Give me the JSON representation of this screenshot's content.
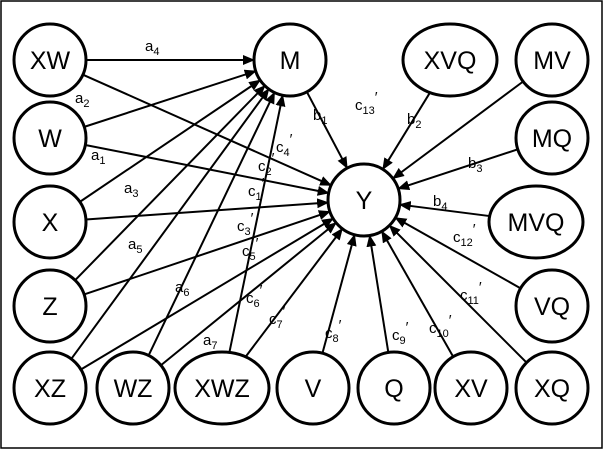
{
  "nodes": [
    {
      "id": "XW",
      "label": "XW"
    },
    {
      "id": "W",
      "label": "W"
    },
    {
      "id": "X",
      "label": "X"
    },
    {
      "id": "Z",
      "label": "Z"
    },
    {
      "id": "XZ",
      "label": "XZ"
    },
    {
      "id": "WZ",
      "label": "WZ"
    },
    {
      "id": "XWZ",
      "label": "XWZ"
    },
    {
      "id": "V",
      "label": "V"
    },
    {
      "id": "Q",
      "label": "Q"
    },
    {
      "id": "XV",
      "label": "XV"
    },
    {
      "id": "XQ",
      "label": "XQ"
    },
    {
      "id": "VQ",
      "label": "VQ"
    },
    {
      "id": "MVQ",
      "label": "MVQ"
    },
    {
      "id": "MQ",
      "label": "MQ"
    },
    {
      "id": "MV",
      "label": "MV"
    },
    {
      "id": "XVQ",
      "label": "XVQ"
    },
    {
      "id": "M",
      "label": "M"
    },
    {
      "id": "Y",
      "label": "Y"
    }
  ],
  "edges": [
    {
      "from": "XW",
      "to": "M",
      "label": {
        "base": "a",
        "sub": "4",
        "prime": false
      }
    },
    {
      "from": "W",
      "to": "M",
      "label": {
        "base": "a",
        "sub": "2",
        "prime": false
      }
    },
    {
      "from": "X",
      "to": "M",
      "label": {
        "base": "a",
        "sub": "3",
        "prime": false
      }
    },
    {
      "from": "Z",
      "to": "M",
      "label": {
        "base": "a",
        "sub": "5",
        "prime": false
      }
    },
    {
      "from": "XZ",
      "to": "M",
      "label": {
        "base": "a",
        "sub": "6",
        "prime": false
      }
    },
    {
      "from": "WZ",
      "to": "M",
      "label": {
        "base": "a",
        "sub": "7",
        "prime": false
      }
    },
    {
      "from": "XWZ",
      "to": "M",
      "label": {
        "base": "a",
        "sub": "1",
        "prime": false
      }
    },
    {
      "from": "M",
      "to": "Y",
      "label": {
        "base": "b",
        "sub": "1",
        "prime": false
      }
    },
    {
      "from": "MV",
      "to": "Y",
      "label": {
        "base": "b",
        "sub": "2",
        "prime": false
      }
    },
    {
      "from": "MQ",
      "to": "Y",
      "label": {
        "base": "b",
        "sub": "3",
        "prime": false
      }
    },
    {
      "from": "MVQ",
      "to": "Y",
      "label": {
        "base": "b",
        "sub": "4",
        "prime": false
      }
    },
    {
      "from": "XW",
      "to": "Y",
      "label": {
        "base": "c",
        "sub": "4",
        "prime": true
      }
    },
    {
      "from": "W",
      "to": "Y",
      "label": {
        "base": "c",
        "sub": "2",
        "prime": true
      }
    },
    {
      "from": "X",
      "to": "Y",
      "label": {
        "base": "c",
        "sub": "1",
        "prime": true
      }
    },
    {
      "from": "Z",
      "to": "Y",
      "label": {
        "base": "c",
        "sub": "3",
        "prime": true
      }
    },
    {
      "from": "XZ",
      "to": "Y",
      "label": {
        "base": "c",
        "sub": "5",
        "prime": true
      }
    },
    {
      "from": "WZ",
      "to": "Y",
      "label": {
        "base": "c",
        "sub": "6",
        "prime": true
      }
    },
    {
      "from": "XWZ",
      "to": "Y",
      "label": {
        "base": "c",
        "sub": "7",
        "prime": true
      }
    },
    {
      "from": "V",
      "to": "Y",
      "label": {
        "base": "c",
        "sub": "8",
        "prime": true
      }
    },
    {
      "from": "Q",
      "to": "Y",
      "label": {
        "base": "c",
        "sub": "9",
        "prime": true
      }
    },
    {
      "from": "XV",
      "to": "Y",
      "label": {
        "base": "c",
        "sub": "10",
        "prime": true
      }
    },
    {
      "from": "XQ",
      "to": "Y",
      "label": {
        "base": "c",
        "sub": "11",
        "prime": true
      }
    },
    {
      "from": "VQ",
      "to": "Y",
      "label": {
        "base": "c",
        "sub": "12",
        "prime": true
      }
    },
    {
      "from": "XVQ",
      "to": "Y",
      "label": {
        "base": "c",
        "sub": "13",
        "prime": true
      }
    }
  ]
}
